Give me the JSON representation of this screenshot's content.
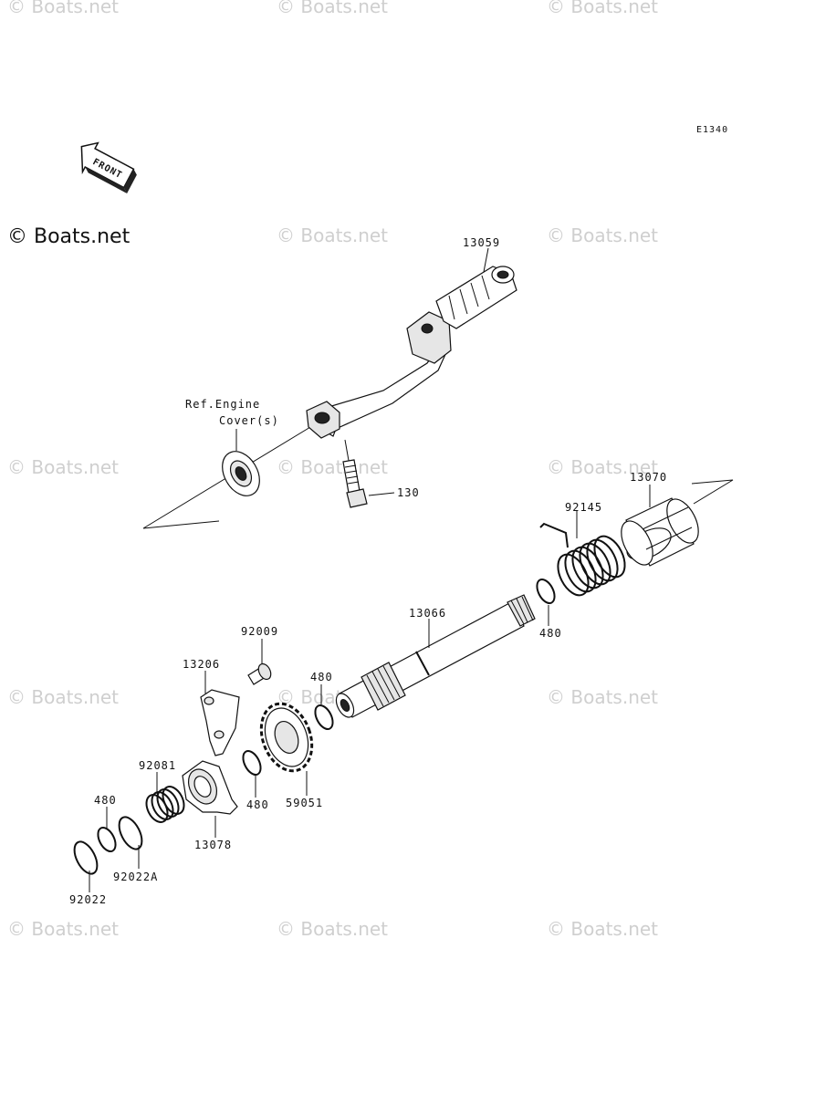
{
  "diagram": {
    "code": "E1340",
    "front_label": "FRONT",
    "watermark_main": "© Boats.net",
    "watermark_faint": "© Boats.net",
    "ref_label_line1": "Ref.Engine",
    "ref_label_line2": "Cover(s)"
  },
  "parts": [
    {
      "id": "p13059",
      "number": "13059",
      "name": "kick pedal"
    },
    {
      "id": "p130",
      "number": "130",
      "name": "bolt"
    },
    {
      "id": "p13070",
      "number": "13070",
      "name": "spring guide"
    },
    {
      "id": "p92145",
      "number": "92145",
      "name": "kick spring"
    },
    {
      "id": "p480a",
      "number": "480",
      "name": "circlip upper"
    },
    {
      "id": "p13066",
      "number": "13066",
      "name": "kick shaft"
    },
    {
      "id": "p92009",
      "number": "92009",
      "name": "screw"
    },
    {
      "id": "p13206",
      "number": "13206",
      "name": "stopper plate"
    },
    {
      "id": "p480b",
      "number": "480",
      "name": "circlip middle"
    },
    {
      "id": "p480c",
      "number": "480",
      "name": "circlip lower"
    },
    {
      "id": "p59051",
      "number": "59051",
      "name": "kick gear"
    },
    {
      "id": "p92081",
      "number": "92081",
      "name": "spring"
    },
    {
      "id": "p480d",
      "number": "480",
      "name": "circlip left"
    },
    {
      "id": "p13078",
      "number": "13078",
      "name": "ratchet"
    },
    {
      "id": "p92022A",
      "number": "92022A",
      "name": "washer"
    },
    {
      "id": "p92022",
      "number": "92022",
      "name": "washer outer"
    }
  ]
}
